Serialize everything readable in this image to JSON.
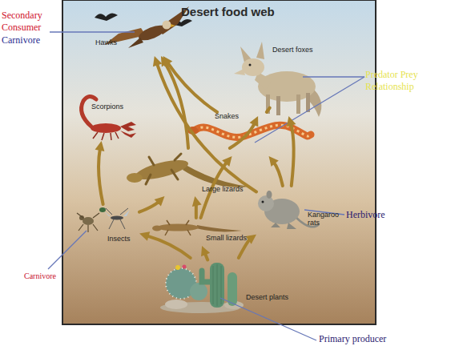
{
  "diagram": {
    "title": "Desert food web",
    "nodes": [
      {
        "text": [
          "Hawks"
        ]
      },
      {
        "text": [
          "Desert foxes"
        ]
      },
      {
        "text": [
          "Scorpions"
        ]
      },
      {
        "text": [
          "Snakes"
        ]
      },
      {
        "text": [
          "Large lizards"
        ]
      },
      {
        "text": [
          "Insects"
        ]
      },
      {
        "text": [
          "Kangaroo rats"
        ]
      },
      {
        "text": [
          "Small lizards"
        ]
      },
      {
        "text": [
          "Desert plants"
        ]
      }
    ],
    "edges": [
      {
        "from": 8,
        "to": 5,
        "arrow": "to"
      },
      {
        "from": 8,
        "to": 7,
        "arrow": "to"
      },
      {
        "from": 8,
        "to": 6,
        "arrow": "to"
      },
      {
        "from": 5,
        "to": 2,
        "arrow": "to"
      },
      {
        "from": 5,
        "to": 4,
        "arrow": "to"
      },
      {
        "from": 7,
        "to": 4,
        "arrow": "to"
      },
      {
        "from": 4,
        "to": 0,
        "arrow": "to"
      },
      {
        "from": 4,
        "to": 1,
        "arrow": "to"
      },
      {
        "from": 3,
        "to": 0,
        "arrow": "to"
      },
      {
        "from": 3,
        "to": 1,
        "arrow": "to"
      },
      {
        "from": 6,
        "to": 0,
        "arrow": "to"
      },
      {
        "from": 6,
        "to": 1,
        "arrow": "to"
      },
      {
        "from": 6,
        "to": 3,
        "arrow": "to"
      },
      {
        "from": 7,
        "to": 3,
        "arrow": "to"
      }
    ],
    "labels": [
      "Secondary Consumer",
      "Carnivore",
      "Predator Prey Relationship",
      "Herbivore",
      "Carnivore",
      "Primary producer"
    ]
  }
}
